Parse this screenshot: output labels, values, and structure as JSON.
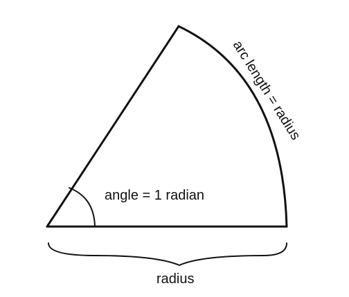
{
  "diagram": {
    "labels": {
      "angle": "angle = 1 radian",
      "arc": "arc length = radius",
      "radius": "radius"
    }
  }
}
